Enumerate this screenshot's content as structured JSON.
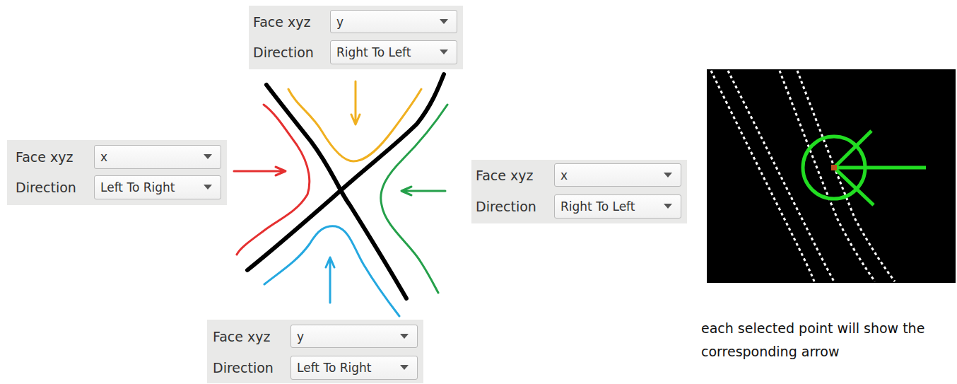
{
  "diagram": {
    "caption": "each selected point will show the corresponding arrow",
    "nodes": [
      {
        "text": [
          "Face xyz",
          "Direction"
        ]
      },
      {
        "text": [
          "y"
        ],
        "in": 0
      },
      {
        "text": [
          "Right To Left"
        ],
        "in": 0
      },
      {
        "text": [
          "Face xyz",
          "Direction"
        ]
      },
      {
        "text": [
          "x"
        ],
        "in": 3
      },
      {
        "text": [
          "Left To Right"
        ],
        "in": 3
      },
      {
        "text": [
          "Face xyz",
          "Direction"
        ]
      },
      {
        "text": [
          "x"
        ],
        "in": 6
      },
      {
        "text": [
          "Right To Left"
        ],
        "in": 6
      },
      {
        "text": [
          "Face xyz",
          "Direction"
        ]
      },
      {
        "text": [
          "y"
        ],
        "in": 9
      },
      {
        "text": [
          "Left To Right"
        ],
        "in": 9
      }
    ]
  }
}
